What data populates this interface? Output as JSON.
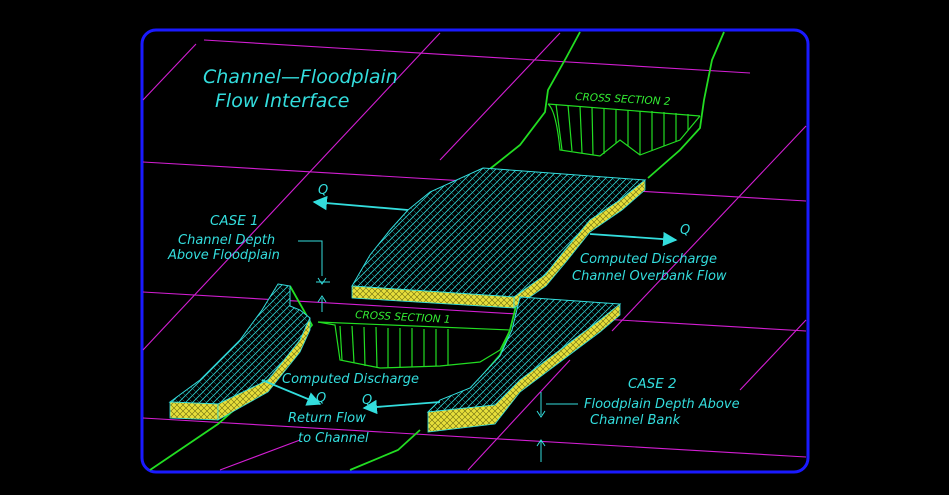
{
  "title": {
    "line1": "Channel—Floodplain",
    "line2": "Flow Interface"
  },
  "cross_section_2": "CROSS SECTION 2",
  "cross_section_1": "CROSS SECTION 1",
  "case1": {
    "title": "CASE 1",
    "line1": "Channel Depth",
    "line2": "Above Floodplain"
  },
  "case2": {
    "title": "CASE 2",
    "line1": "Floodplain Depth Above",
    "line2": "Channel Bank"
  },
  "computed_overbank": {
    "line1": "Computed Discharge",
    "line2": "Channel Overbank Flow"
  },
  "computed_return": {
    "line1": "Computed Discharge",
    "line2": "Return Flow",
    "line3": "to Channel"
  },
  "flow_labels": {
    "q_top_left": "Q",
    "q_top_right": "Q",
    "q_bottom_left": "Q",
    "q_bottom_middle": "Q"
  },
  "colors": {
    "frame": "#1a1aff",
    "grid": "#d21ed2",
    "channel": "#22dd22",
    "floodplain_mesh": "#33dddd",
    "floodplain_edge": "#e8e040",
    "label": "#33dddd",
    "section_label": "#33ee33"
  }
}
